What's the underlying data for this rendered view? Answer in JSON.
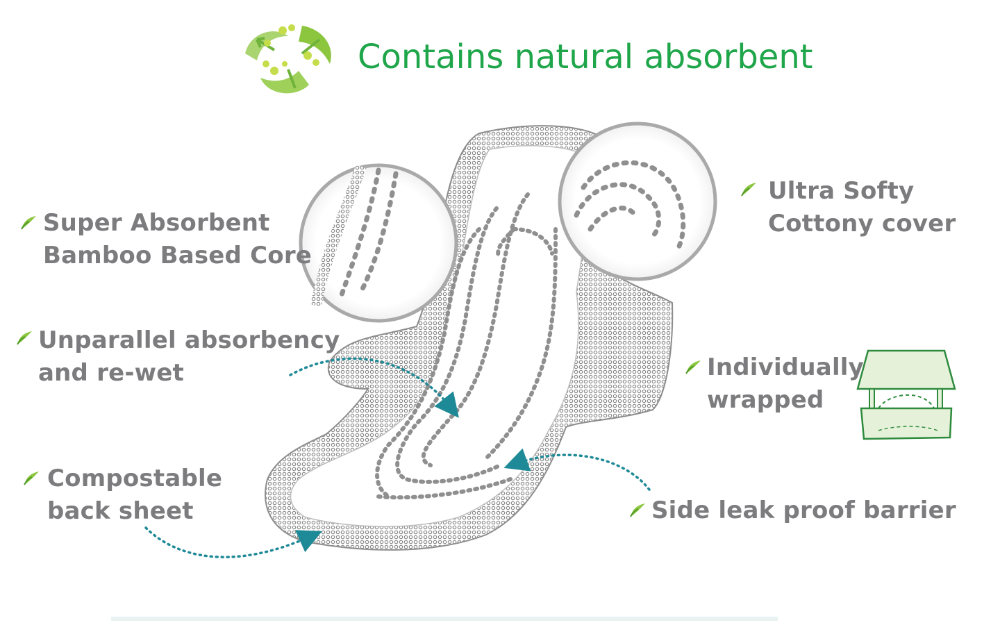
{
  "title": "Contains natural absorbent",
  "colors": {
    "title_green": "#1fa64a",
    "label_gray": "#7c7c7e",
    "outline_gray": "#8d8d8d",
    "arrow_teal": "#1f8a97",
    "leaf_green": "#8cc63f",
    "wrap_green": "#e5f2d9",
    "wrap_stroke": "#2e8b3e"
  },
  "icons": [
    "bamboo-swirl-logo",
    "leaf-bullet-icon",
    "wrapped-pad-icon"
  ],
  "labels": {
    "core": {
      "line1": "Super Absorbent",
      "line2": "Bamboo Based Core"
    },
    "cover": {
      "line1": "Ultra Softy",
      "line2": "Cottony cover"
    },
    "absorb": {
      "line1": "Unparallel absorbency",
      "line2": "and re-wet"
    },
    "wrapped": {
      "line1": "Individually",
      "line2": "wrapped"
    },
    "backsheet": {
      "line1": "Compostable",
      "line2": "back sheet"
    },
    "barrier": {
      "line1": "Side leak proof barrier"
    }
  }
}
